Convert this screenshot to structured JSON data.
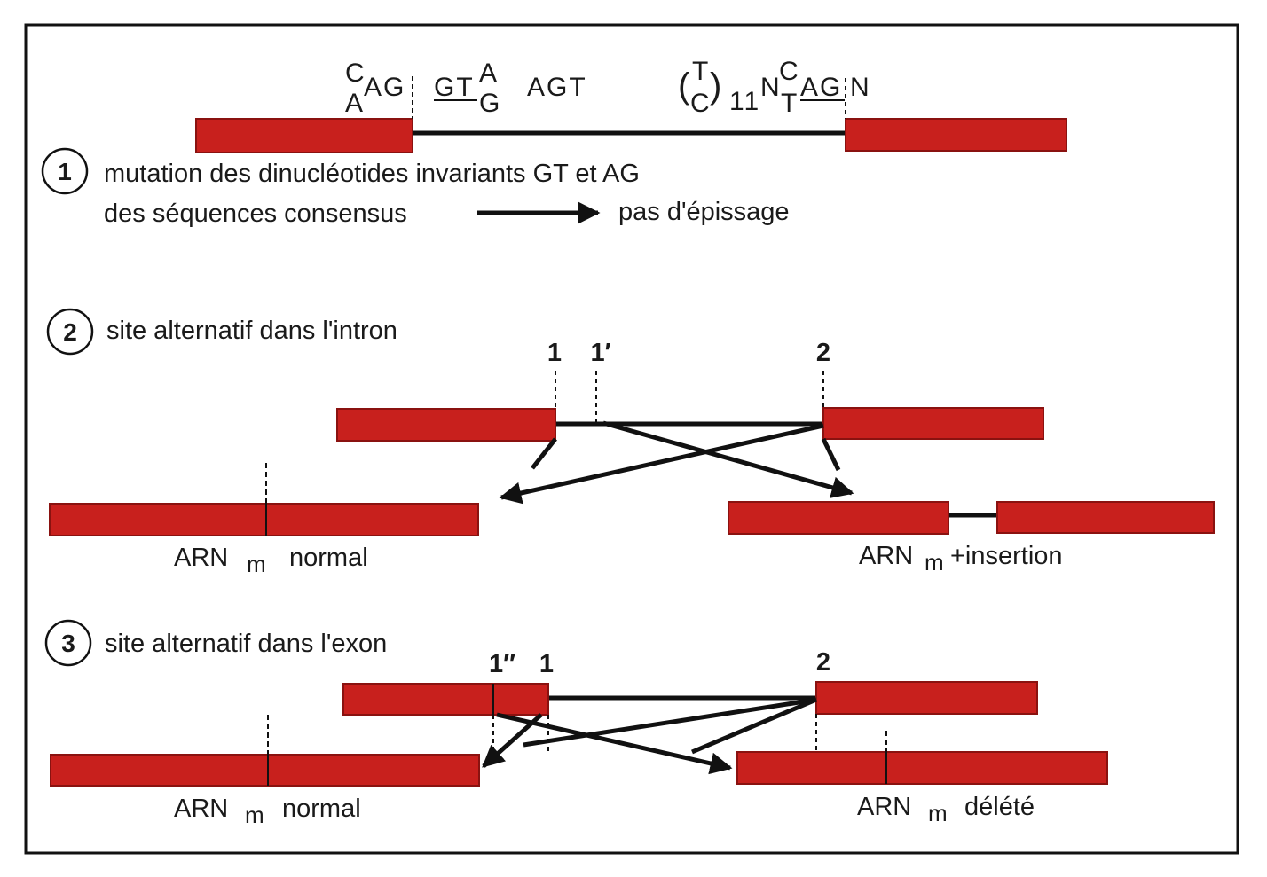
{
  "colors": {
    "exon": "#c8201d",
    "exon_stroke": "#8a1210",
    "line": "#111111"
  },
  "seq": {
    "c_top": "C",
    "a_bot": "A",
    "ag_left": "AG",
    "gt": "GT",
    "a_sup": "A",
    "g_sub": "G",
    "agt": "AGT",
    "t_sup": "T",
    "c_sub": "C",
    "eleven": "11",
    "n_left": "N",
    "c_top2": "C",
    "t_bot2": "T",
    "ag_right": "AG",
    "n_right": "N"
  },
  "section1": {
    "number": "1",
    "line1": "mutation des dinucléotides invariants GT et AG",
    "line2": "des séquences consensus",
    "result": "pas d'épissage"
  },
  "section2": {
    "number": "2",
    "title": "site alternatif dans l'intron",
    "site1": "1",
    "site1p": "1′",
    "site2": "2",
    "normal_arn": "ARN",
    "normal_sub": "m",
    "normal_word": "normal",
    "ins_arn": "ARN",
    "ins_sub": "m",
    "ins_word": "+insertion"
  },
  "section3": {
    "number": "3",
    "title": "site alternatif dans l'exon",
    "site1pp": "1″",
    "site1": "1",
    "site2": "2",
    "normal_arn": "ARN",
    "normal_sub": "m",
    "normal_word": "normal",
    "del_arn": "ARN",
    "del_sub": "m",
    "del_word": "délété"
  }
}
